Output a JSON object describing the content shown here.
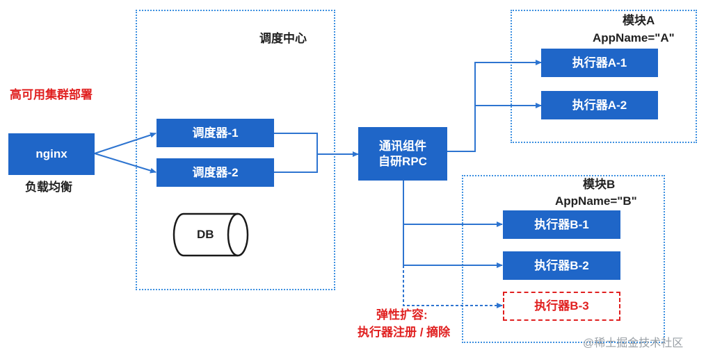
{
  "diagram": {
    "left_label": "高可用集群部署",
    "nginx": {
      "label": "nginx",
      "caption": "负载均衡"
    },
    "scheduling_center": {
      "title": "调度中心",
      "scheduler_1": "调度器-1",
      "scheduler_2": "调度器-2",
      "db": "DB"
    },
    "rpc": {
      "line1": "通讯组件",
      "line2": "自研RPC"
    },
    "module_a": {
      "title": "模块A",
      "appname": "AppName=\"A\"",
      "executor_1": "执行器A-1",
      "executor_2": "执行器A-2"
    },
    "module_b": {
      "title": "模块B",
      "appname": "AppName=\"B\"",
      "executor_1": "执行器B-1",
      "executor_2": "执行器B-2",
      "executor_3": "执行器B-3"
    },
    "elastic": {
      "line1": "弹性扩容:",
      "line2": "执行器注册 / 摘除"
    },
    "watermark": "@稀土掘金技术社区"
  },
  "colors": {
    "box": "#1f66c8",
    "line": "#2d74d0",
    "accent_red": "#e02020",
    "region_border": "#3b8fe0"
  }
}
